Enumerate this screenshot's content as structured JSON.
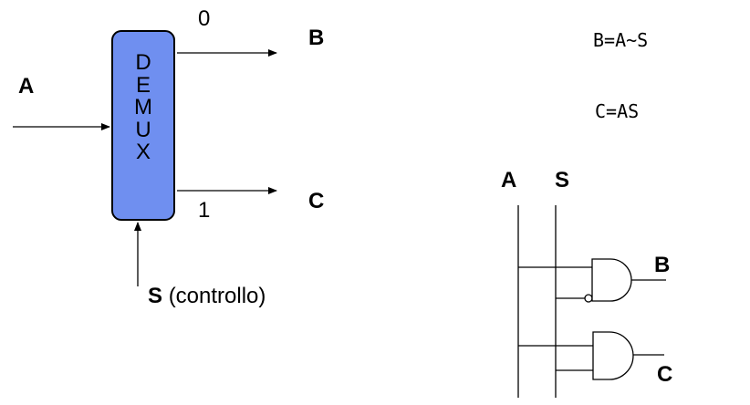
{
  "demux": {
    "letters": [
      "D",
      "E",
      "M",
      "U",
      "X"
    ],
    "input_label": "A",
    "output_0_index": "0",
    "output_1_index": "1",
    "output_0_label": "B",
    "output_1_label": "C",
    "select_label": "S",
    "select_note": "(controllo)"
  },
  "equations": {
    "b": "B=A~S",
    "c": "C=AS"
  },
  "circuit": {
    "input_a": "A",
    "input_s": "S",
    "output_b": "B",
    "output_c": "C"
  }
}
